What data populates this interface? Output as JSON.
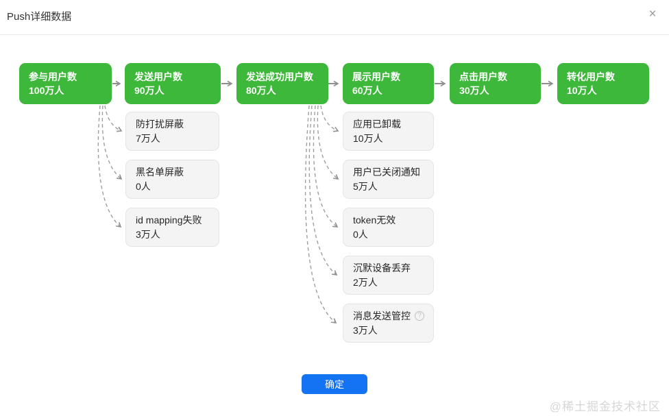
{
  "modal": {
    "title": "Push详细数据",
    "confirm_label": "确定"
  },
  "icons": {
    "close": "×",
    "help": "?"
  },
  "watermark": "@稀土掘金技术社区",
  "colors": {
    "node_green": "#3eb83a",
    "button_blue": "#1373f2",
    "arrow_gray": "#8f8f8f",
    "branch_bg": "#f4f4f4"
  },
  "flow": {
    "nodes": [
      {
        "label": "参与用户数",
        "value": "100万人"
      },
      {
        "label": "发送用户数",
        "value": "90万人"
      },
      {
        "label": "发送成功用户数",
        "value": "80万人"
      },
      {
        "label": "展示用户数",
        "value": "60万人"
      },
      {
        "label": "点击用户数",
        "value": "30万人"
      },
      {
        "label": "转化用户数",
        "value": "10万人"
      }
    ],
    "branches": [
      {
        "from": "参与用户数",
        "items": [
          {
            "label": "防打扰屏蔽",
            "value": "7万人"
          },
          {
            "label": "黑名单屏蔽",
            "value": "0人"
          },
          {
            "label": "id mapping失败",
            "value": "3万人"
          }
        ]
      },
      {
        "from": "发送成功用户数",
        "items": [
          {
            "label": "应用已卸载",
            "value": "10万人"
          },
          {
            "label": "用户已关闭通知",
            "value": "5万人"
          },
          {
            "label": "token无效",
            "value": "0人"
          },
          {
            "label": "沉默设备丢弃",
            "value": "2万人"
          },
          {
            "label": "消息发送管控",
            "value": "3万人"
          }
        ]
      }
    ]
  }
}
